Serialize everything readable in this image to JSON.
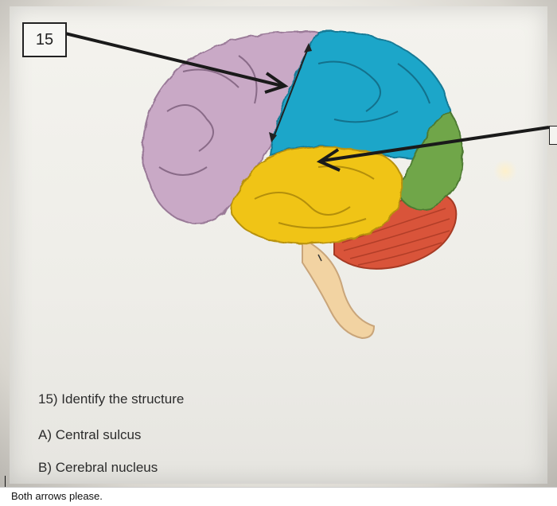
{
  "question_box": {
    "number": "15"
  },
  "question": {
    "title": "15) Identify the structure",
    "option_a": "A) Central sulcus",
    "option_b": "B) Cerebral nucleus"
  },
  "caption": "Both arrows please.",
  "lobe_colors": {
    "frontal": "#c9a9c6",
    "parietal": "#1fa6c9",
    "temporal": "#f0c419",
    "occipital": "#6fa64a",
    "cerebellum": "#d9543a",
    "brainstem": "#f2d3a2"
  }
}
